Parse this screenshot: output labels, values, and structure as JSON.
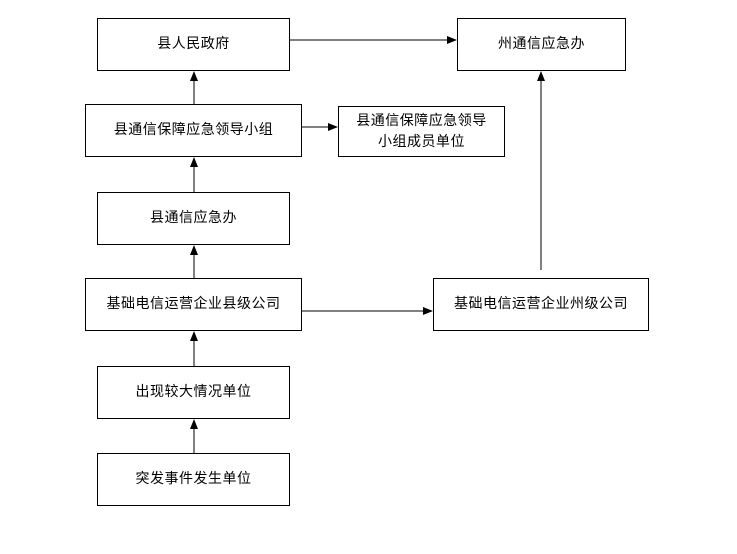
{
  "nodes": {
    "county_gov": "县人民政府",
    "state_office": "州通信应急办",
    "county_group": "县通信保障应急领导小组",
    "group_members": "县通信保障应急领导\n小组成员单位",
    "county_office": "县通信应急办",
    "telecom_county": "基础电信运营企业县级公司",
    "telecom_state": "基础电信运营企业州级公司",
    "major_unit": "出现较大情况单位",
    "emergency_unit": "突发事件发生单位"
  },
  "edges": [
    {
      "from": "emergency_unit",
      "to": "major_unit"
    },
    {
      "from": "major_unit",
      "to": "telecom_county"
    },
    {
      "from": "telecom_county",
      "to": "county_office"
    },
    {
      "from": "county_office",
      "to": "county_group"
    },
    {
      "from": "county_group",
      "to": "county_gov"
    },
    {
      "from": "county_group",
      "to": "group_members"
    },
    {
      "from": "county_gov",
      "to": "state_office"
    },
    {
      "from": "telecom_county",
      "to": "telecom_state"
    },
    {
      "from": "telecom_state",
      "to": "state_office"
    }
  ]
}
